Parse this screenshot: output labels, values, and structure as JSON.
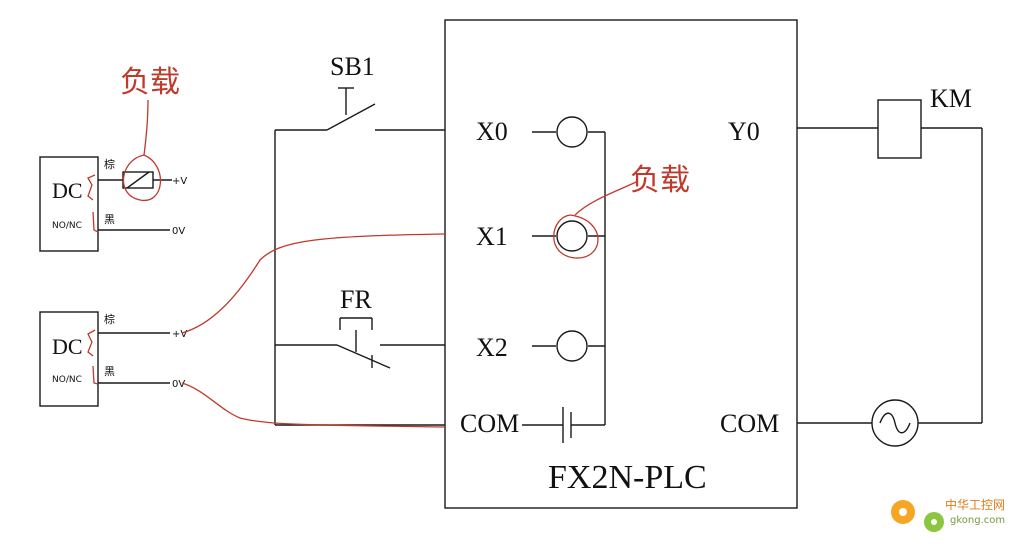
{
  "plc": {
    "name": "FX2N-PLC"
  },
  "inputs": {
    "x0": "X0",
    "x1": "X1",
    "x2": "X2",
    "com_in": "COM"
  },
  "outputs": {
    "y0": "Y0",
    "com_out": "COM"
  },
  "devices": {
    "sb1": "SB1",
    "fr": "FR",
    "km": "KM"
  },
  "sensor1": {
    "label": "DC",
    "mode": "NO/NC",
    "brown": "棕",
    "black": "黑",
    "plus_v": "+V",
    "zero_v": "0V"
  },
  "sensor2": {
    "label": "DC",
    "mode": "NO/NC",
    "brown": "棕",
    "black": "黑",
    "plus_v": "+V",
    "zero_v": "0V"
  },
  "annotations": {
    "load1": "负载",
    "load2": "负载"
  },
  "watermark": {
    "brand": "中华工控网",
    "url": "gkong.com"
  },
  "colors": {
    "wire": "#1a1a1a",
    "annotation": "#c0392b"
  }
}
